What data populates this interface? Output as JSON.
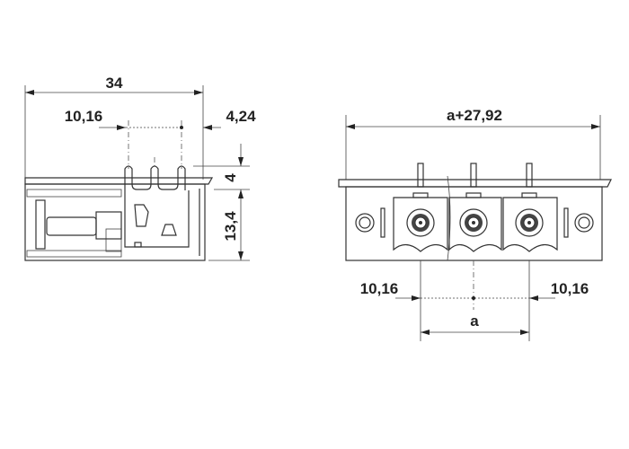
{
  "left_view": {
    "overall_width": "34",
    "pitch": "10,16",
    "offset": "4,24",
    "pin_height": "4",
    "body_height": "13,4"
  },
  "right_view": {
    "overall_width": "a+27,92",
    "left_margin": "10,16",
    "right_margin": "10,16",
    "span": "a"
  }
}
